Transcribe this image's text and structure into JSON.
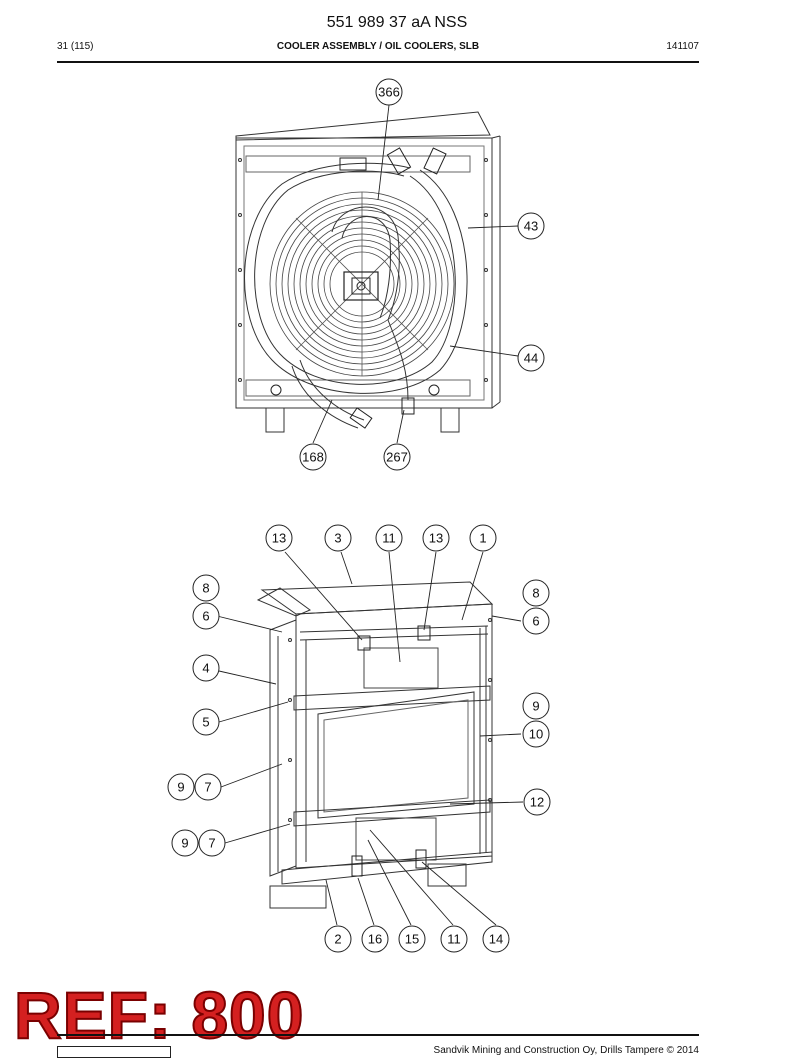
{
  "header": {
    "doc_number": "551 989 37 aA NSS",
    "page": "31 (115)",
    "section_title": "COOLER ASSEMBLY / OIL COOLERS, SLB",
    "code": "141107"
  },
  "figure_top": {
    "callouts": [
      "366",
      "43",
      "44",
      "168",
      "267"
    ]
  },
  "figure_bottom": {
    "callouts": [
      "13",
      "3",
      "11",
      "13",
      "1",
      "8",
      "8",
      "6",
      "6",
      "4",
      "9",
      "10",
      "5",
      "9",
      "7",
      "12",
      "9",
      "7",
      "2",
      "16",
      "15",
      "11",
      "14"
    ]
  },
  "stamp": {
    "text": "REF: 800",
    "color": "#d42020"
  },
  "footer": {
    "text": "Sandvik Mining and Construction Oy, Drills Tampere © 2014"
  }
}
